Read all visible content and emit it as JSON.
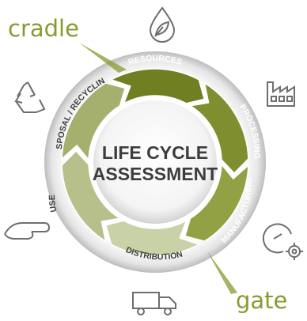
{
  "labels": {
    "cradle": "cradle",
    "gate": "gate",
    "center_line1": "LIFE CYCLE",
    "center_line2": "ASSESSMENT"
  },
  "stages": [
    {
      "id": "resources",
      "label": "RESOURCES",
      "icon": "water-leaf-icon"
    },
    {
      "id": "processing",
      "label": "PROCESSING",
      "icon": "factory-icon"
    },
    {
      "id": "manufacturing",
      "label": "MANUFACTURING",
      "icon": "gear-gauge-icon"
    },
    {
      "id": "distribution",
      "label": "DISTRIBUTION",
      "icon": "truck-icon"
    },
    {
      "id": "use",
      "label": "USE",
      "icon": "pointing-hand-icon"
    },
    {
      "id": "disposal",
      "label": "DISPOSAL / RECYCLING",
      "icon": "recycle-icon"
    }
  ],
  "colors": {
    "accent": "#8a9a2e",
    "segment_dark": "#6f7f22",
    "segment_light": "#c9d1a6",
    "text_dark": "#3d3d3d",
    "icon_gray": "#6e6e6e"
  }
}
